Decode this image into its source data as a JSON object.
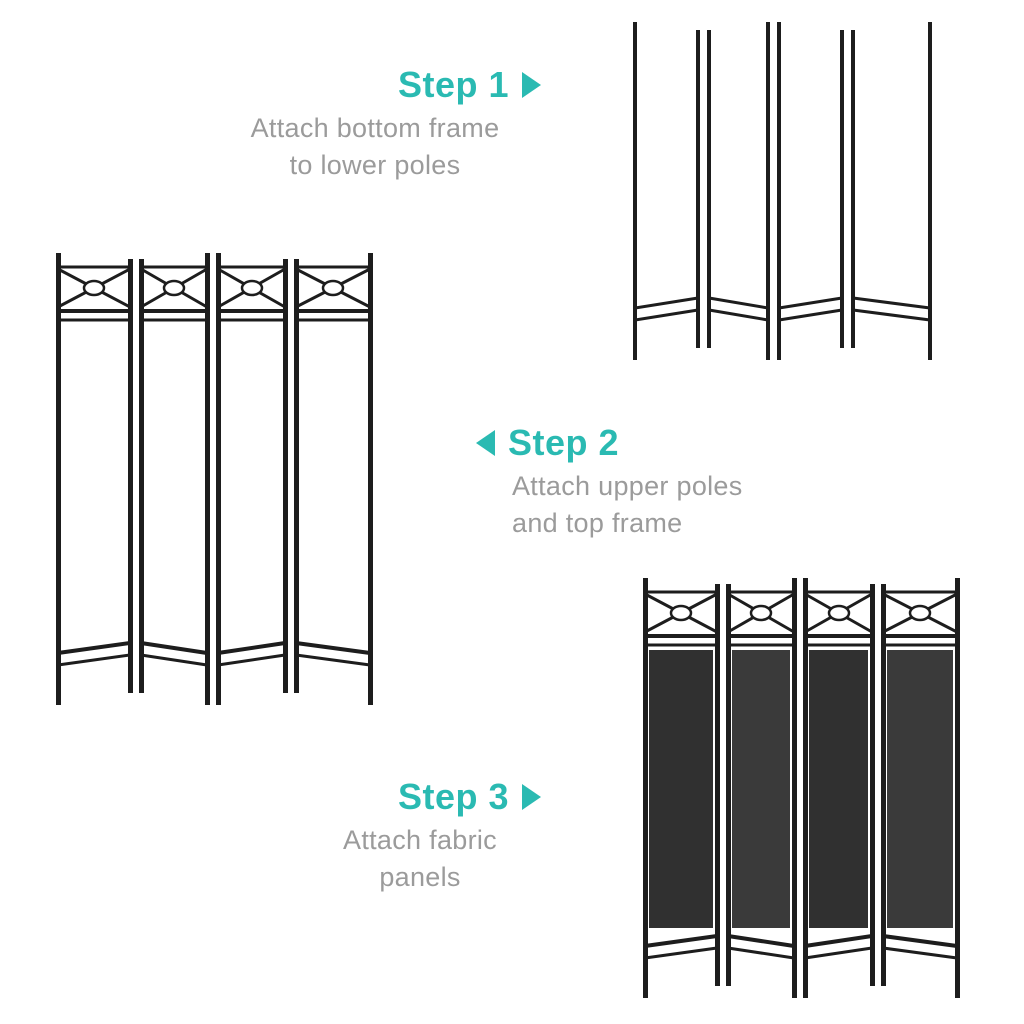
{
  "colors": {
    "accent": "#2abab2",
    "body_text": "#9b9b9b",
    "frame": "#1d1d1d",
    "fabric": "#303030",
    "background": "#ffffff"
  },
  "steps": [
    {
      "label": "Step 1",
      "arrow_direction": "right",
      "description_lines": [
        "Attach bottom frame",
        "to lower poles"
      ]
    },
    {
      "label": "Step 2",
      "arrow_direction": "left",
      "description_lines": [
        "Attach upper poles",
        "and top frame"
      ]
    },
    {
      "label": "Step 3",
      "arrow_direction": "right",
      "description_lines": [
        "Attach fabric",
        "panels"
      ]
    }
  ],
  "illustrations": [
    {
      "name": "lower-poles-with-bottom-frame"
    },
    {
      "name": "assembled-frame"
    },
    {
      "name": "frame-with-fabric-panels"
    }
  ]
}
